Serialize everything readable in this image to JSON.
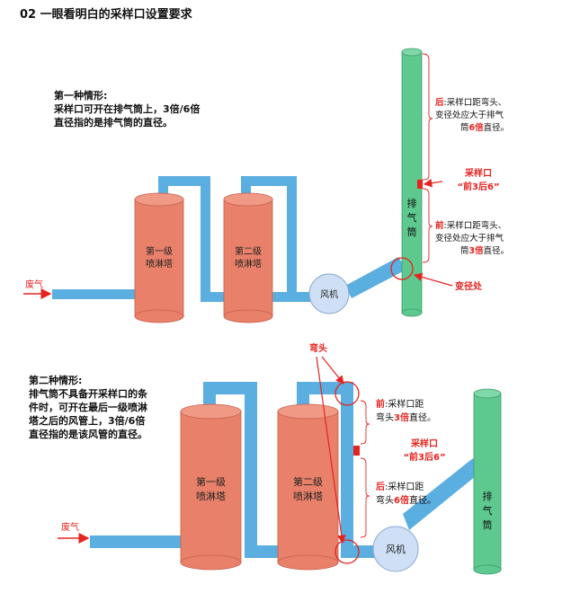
{
  "title": "02 一眼看明白的采样口设置要求",
  "colors": {
    "pipe": "#5aaee0",
    "tower": "#e8806a",
    "towerEdge": "#c85f4c",
    "stack": "#5ec98f",
    "stackEdge": "#3a9c68",
    "fan": "#cfe0f6",
    "fanEdge": "#8aa6cf",
    "red": "#e52421"
  },
  "scenario1": {
    "desc": [
      "第一种情形:",
      "采样口可开在排气筒上，3倍/6倍",
      "直径指的是排气筒的直径。"
    ],
    "tower1": [
      "第一级",
      "喷淋塔"
    ],
    "tower2": [
      "第二级",
      "喷淋塔"
    ],
    "fan": "风机",
    "stack": [
      "排",
      "气",
      "筒"
    ],
    "inlet": "废气",
    "after": {
      "prefix": "后",
      "lines": [
        ":采样口距弯头、",
        "变径处应大于排气",
        "筒"
      ],
      "num": "6倍",
      "suffix": "直径。"
    },
    "sample": [
      "采样口",
      "“前3后6”"
    ],
    "before": {
      "prefix": "前",
      "lines": [
        ":采样口距弯头、",
        "变径处应大于排气",
        "筒"
      ],
      "num": "3倍",
      "suffix": "直径。"
    },
    "reducer": "变径处"
  },
  "scenario2": {
    "desc": [
      "第二种情形:",
      "排气筒不具备开采样口的条",
      "件时，可开在最后一级喷淋",
      "塔之后的风管上，3倍/6倍",
      "直径指的是该风管的直径。"
    ],
    "tower1": [
      "第一级",
      "喷淋塔"
    ],
    "tower2": [
      "第二级",
      "喷淋塔"
    ],
    "fan": "风机",
    "stack": [
      "排",
      "气",
      "筒"
    ],
    "inlet": "废气",
    "elbow": "弯头",
    "before": {
      "prefix": "前",
      "line1": ":采样口距",
      "line2": "弯头",
      "num": "3倍",
      "suffix": "直径。"
    },
    "sample": [
      "采样口",
      "“前3后6”"
    ],
    "after": {
      "prefix": "后",
      "line1": ":采样口距",
      "line2": "弯头",
      "num": "6倍",
      "suffix": "直径。"
    }
  }
}
